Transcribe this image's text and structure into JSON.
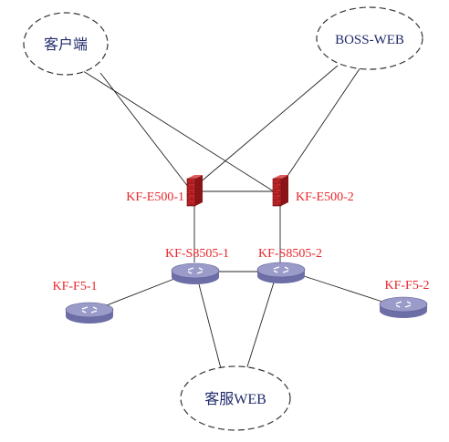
{
  "clouds": {
    "client": "客户端",
    "boss_web": "BOSS-WEB",
    "service_web": "客服WEB"
  },
  "firewalls": {
    "fw1": "KF-E500-1",
    "fw2": "KF-E500-2"
  },
  "switches": {
    "core1": "KF-S8505-1",
    "core2": "KF-S8505-2",
    "access1": "KF-F5-1",
    "access2": "KF-F5-2"
  },
  "colors": {
    "label_red": "#e8262b",
    "label_navy": "#1f2a6b",
    "firewall": "#c0262a",
    "switch_top": "#9a9bc9",
    "switch_side": "#6d6ea6",
    "line": "#222222"
  }
}
